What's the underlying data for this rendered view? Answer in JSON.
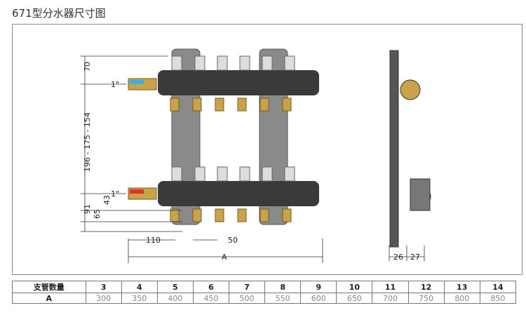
{
  "title": "671型分水器尺寸图",
  "dimensions": {
    "top_gap": "70",
    "inlet_size_top": "1\"",
    "height_range": "196 - 175 - 154",
    "inlet_size_bottom": "1\"",
    "d43": "43",
    "d65": "65",
    "d91": "91",
    "d110": "110",
    "d50": "50",
    "dA": "A",
    "d26": "26",
    "d27": "27"
  },
  "table": {
    "row_header_1": "支管数量",
    "row_header_2": "A",
    "counts": [
      "3",
      "4",
      "5",
      "6",
      "7",
      "8",
      "9",
      "10",
      "11",
      "12",
      "13",
      "14"
    ],
    "values": [
      "300",
      "350",
      "400",
      "450",
      "500",
      "550",
      "600",
      "650",
      "700",
      "750",
      "800",
      "850"
    ]
  }
}
